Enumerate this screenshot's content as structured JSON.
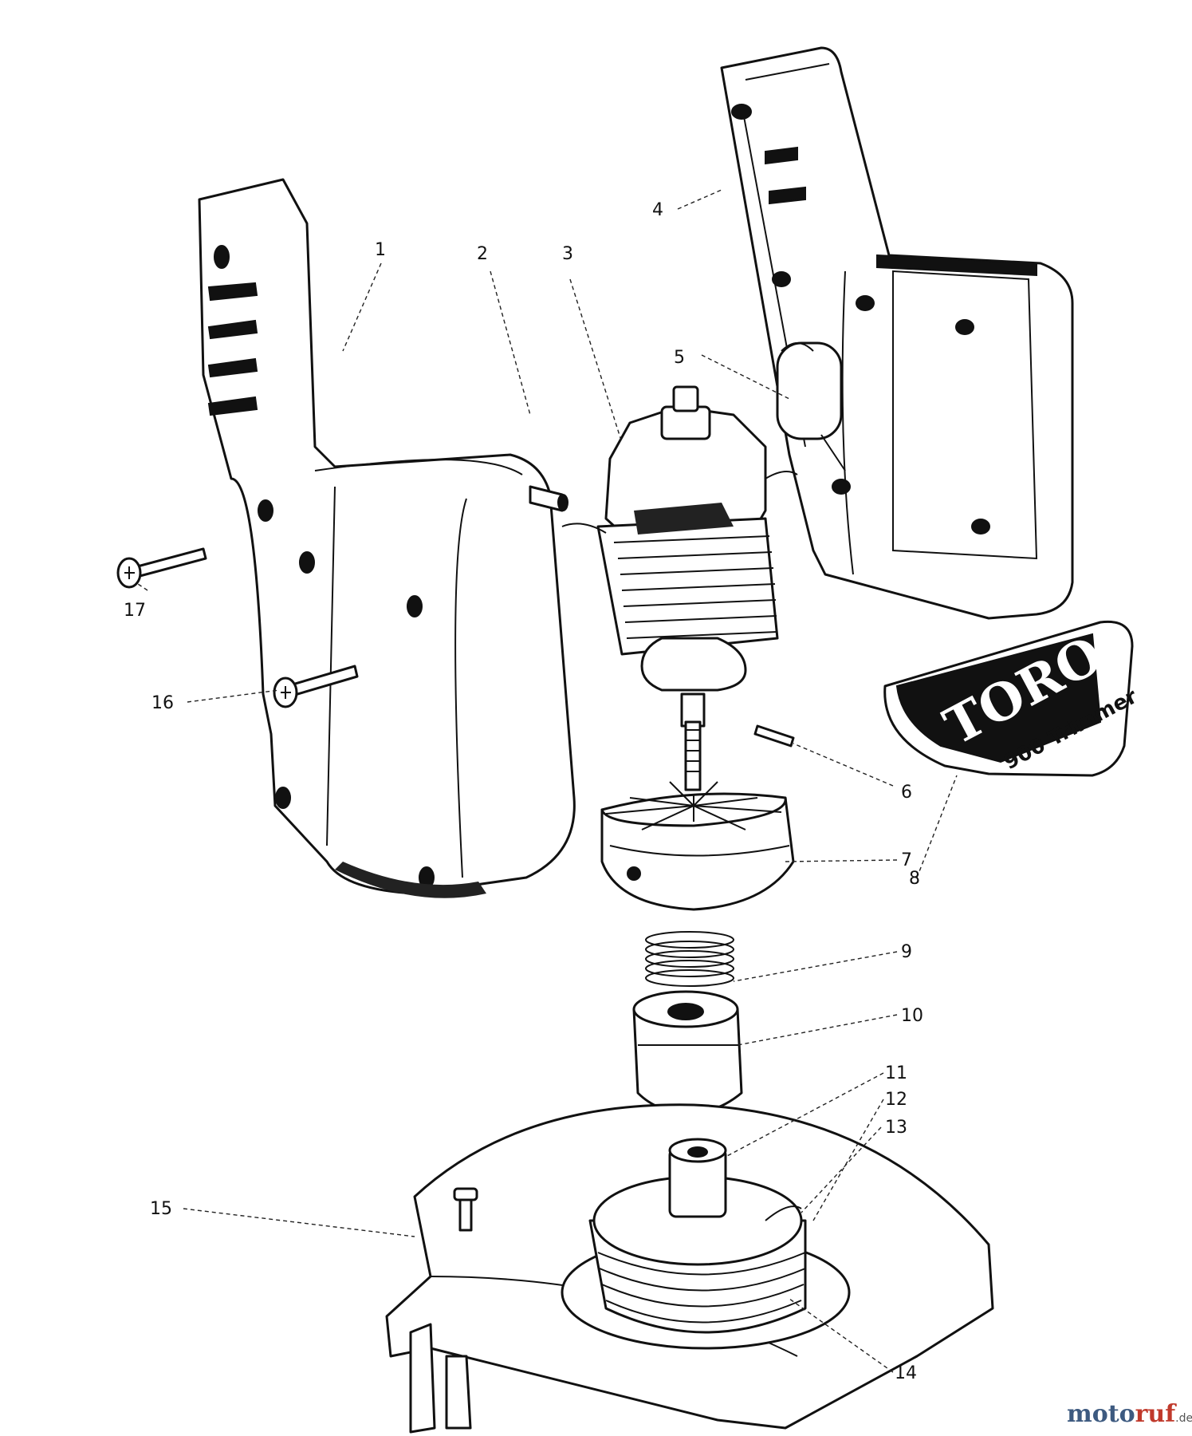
{
  "part_labels": {
    "p1": "1",
    "p2": "2",
    "p3": "3",
    "p4": "4",
    "p5": "5",
    "p6": "6",
    "p7": "7",
    "p8": "8",
    "p9": "9",
    "p10": "10",
    "p11": "11",
    "p12": "12",
    "p13": "13",
    "p14": "14",
    "p15": "15",
    "p16": "16",
    "p17": "17"
  },
  "decal": {
    "brand": "TORO",
    "model": "900 Trimmer"
  },
  "watermark": {
    "name_part1": "moto",
    "name_part2": "ruf",
    "suffix": ".de"
  }
}
